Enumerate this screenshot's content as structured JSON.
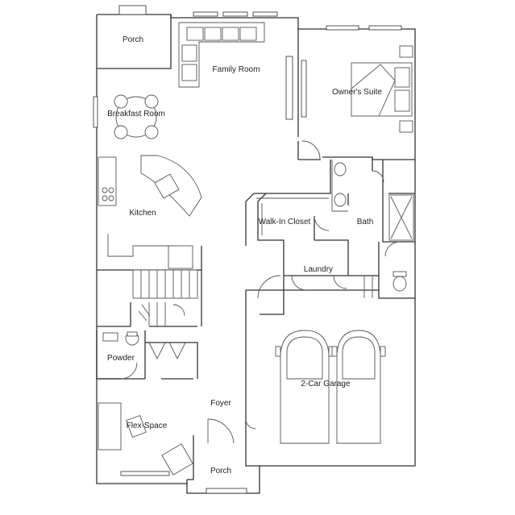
{
  "rooms": {
    "porch_rear": "Porch",
    "family_room": "Family Room",
    "owners_suite": "Owner's Suite",
    "breakfast_room": "Breakfast Room",
    "kitchen": "Kitchen",
    "walk_in_closet": "Walk-In Closet",
    "bath": "Bath",
    "laundry": "Laundry",
    "powder": "Powder",
    "garage": "2-Car Garage",
    "foyer": "Foyer",
    "flex_space": "Flex-Space",
    "porch_front": "Porch"
  },
  "colors": {
    "wall": "#333333",
    "background": "#ffffff"
  }
}
